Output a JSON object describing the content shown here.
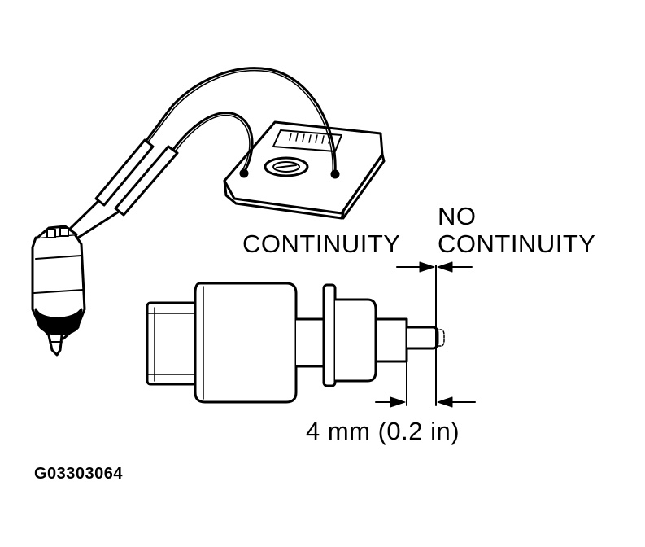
{
  "labels": {
    "continuity": "CONTINUITY",
    "no": "NO",
    "no_continuity": "CONTINUITY",
    "measurement": "4 mm (0.2 in)",
    "figure_code": "G03303064"
  }
}
